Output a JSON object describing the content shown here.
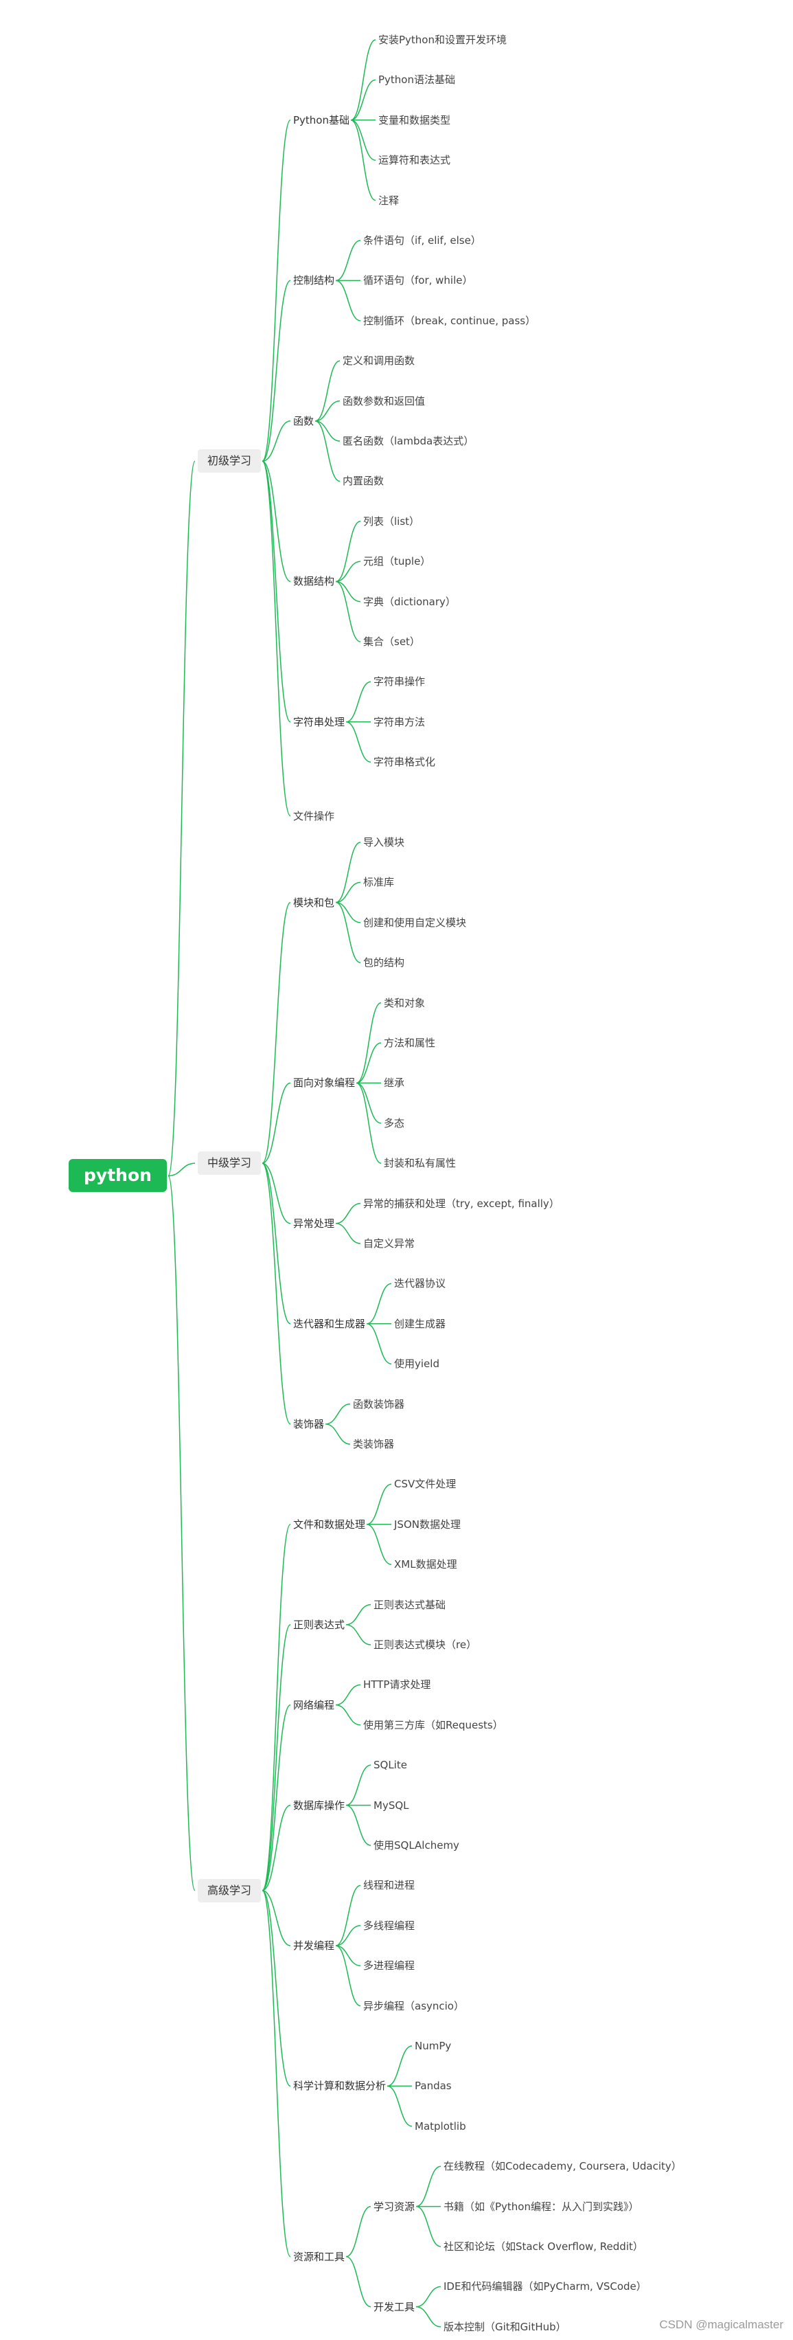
{
  "colors": {
    "line": "#1db954",
    "root_bg": "#1db954",
    "level1_bg": "#eeeeee"
  },
  "watermark": "CSDN @magicalmaster",
  "root": {
    "label": "python",
    "children": [
      {
        "label": "初级学习",
        "children": [
          {
            "label": "Python基础",
            "children": [
              {
                "label": "安装Python和设置开发环境"
              },
              {
                "label": "Python语法基础"
              },
              {
                "label": "变量和数据类型"
              },
              {
                "label": "运算符和表达式"
              },
              {
                "label": "注释"
              }
            ]
          },
          {
            "label": "控制结构",
            "children": [
              {
                "label": "条件语句（if, elif, else）"
              },
              {
                "label": "循环语句（for, while）"
              },
              {
                "label": "控制循环（break, continue, pass）"
              }
            ]
          },
          {
            "label": "函数",
            "children": [
              {
                "label": "定义和调用函数"
              },
              {
                "label": "函数参数和返回值"
              },
              {
                "label": "匿名函数（lambda表达式）"
              },
              {
                "label": "内置函数"
              }
            ]
          },
          {
            "label": "数据结构",
            "children": [
              {
                "label": "列表（list）"
              },
              {
                "label": "元组（tuple）"
              },
              {
                "label": "字典（dictionary）"
              },
              {
                "label": "集合（set）"
              }
            ]
          },
          {
            "label": "字符串处理",
            "children": [
              {
                "label": "字符串操作"
              },
              {
                "label": "字符串方法"
              },
              {
                "label": "字符串格式化"
              }
            ]
          },
          {
            "label": "文件操作"
          }
        ]
      },
      {
        "label": "中级学习",
        "children": [
          {
            "label": "模块和包",
            "children": [
              {
                "label": "导入模块"
              },
              {
                "label": "标准库"
              },
              {
                "label": "创建和使用自定义模块"
              },
              {
                "label": "包的结构"
              }
            ]
          },
          {
            "label": "面向对象编程",
            "children": [
              {
                "label": "类和对象"
              },
              {
                "label": "方法和属性"
              },
              {
                "label": "继承"
              },
              {
                "label": "多态"
              },
              {
                "label": "封装和私有属性"
              }
            ]
          },
          {
            "label": "异常处理",
            "children": [
              {
                "label": "异常的捕获和处理（try, except, finally）"
              },
              {
                "label": "自定义异常"
              }
            ]
          },
          {
            "label": "迭代器和生成器",
            "children": [
              {
                "label": "迭代器协议"
              },
              {
                "label": "创建生成器"
              },
              {
                "label": "使用yield"
              }
            ]
          },
          {
            "label": "装饰器",
            "children": [
              {
                "label": "函数装饰器"
              },
              {
                "label": "类装饰器"
              }
            ]
          }
        ]
      },
      {
        "label": "高级学习",
        "children": [
          {
            "label": "文件和数据处理",
            "children": [
              {
                "label": "CSV文件处理"
              },
              {
                "label": "JSON数据处理"
              },
              {
                "label": "XML数据处理"
              }
            ]
          },
          {
            "label": "正则表达式",
            "children": [
              {
                "label": "正则表达式基础"
              },
              {
                "label": "正则表达式模块（re）"
              }
            ]
          },
          {
            "label": "网络编程",
            "children": [
              {
                "label": "HTTP请求处理"
              },
              {
                "label": "使用第三方库（如Requests）"
              }
            ]
          },
          {
            "label": "数据库操作",
            "children": [
              {
                "label": "SQLite"
              },
              {
                "label": "MySQL"
              },
              {
                "label": "使用SQLAlchemy"
              }
            ]
          },
          {
            "label": "并发编程",
            "children": [
              {
                "label": "线程和进程"
              },
              {
                "label": "多线程编程"
              },
              {
                "label": "多进程编程"
              },
              {
                "label": "异步编程（asyncio）"
              }
            ]
          },
          {
            "label": "科学计算和数据分析",
            "children": [
              {
                "label": "NumPy"
              },
              {
                "label": "Pandas"
              },
              {
                "label": "Matplotlib"
              }
            ]
          },
          {
            "label": "资源和工具",
            "children": [
              {
                "label": "学习资源",
                "children": [
                  {
                    "label": "在线教程（如Codecademy, Coursera, Udacity）"
                  },
                  {
                    "label": "书籍（如《Python编程：从入门到实践》）"
                  },
                  {
                    "label": "社区和论坛（如Stack Overflow, Reddit）"
                  }
                ]
              },
              {
                "label": "开发工具",
                "children": [
                  {
                    "label": "IDE和代码编辑器（如PyCharm, VSCode）"
                  },
                  {
                    "label": "版本控制（Git和GitHub）"
                  }
                ]
              }
            ]
          }
        ]
      }
    ]
  }
}
